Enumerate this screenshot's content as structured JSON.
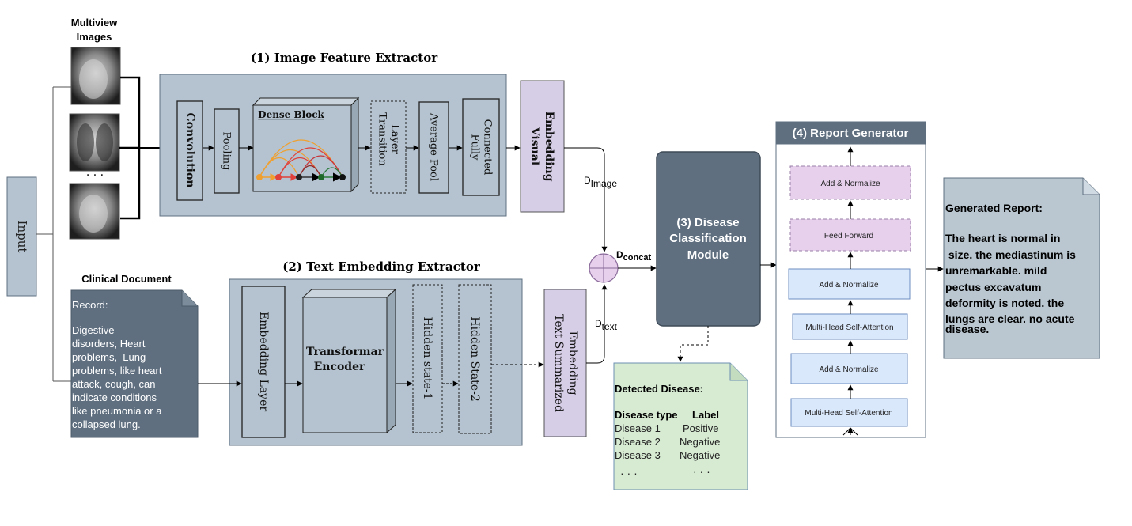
{
  "input": {
    "label": "Input",
    "multiview_title_1": "Multiview",
    "multiview_title_2": "Images",
    "ellipsis": "· · ·"
  },
  "image_extractor": {
    "title": "(1) Image Feature Extractor",
    "convolution": "Convolution",
    "pooling": "Pooling",
    "dense_block": "Dense Block",
    "transition_1": "Transition",
    "transition_2": "Layer",
    "average_pool": "Average Pool",
    "fully_1": "Fully",
    "fully_2": "Connected"
  },
  "visual_embedding": {
    "line1": "Visual",
    "line2": "Embedding"
  },
  "text_extractor": {
    "title": "(2) Text Embedding Extractor",
    "embedding_layer": "Embedding Layer",
    "transformer_1": "Transformar",
    "transformer_2": "Encoder",
    "hidden_1": "Hidden state-1",
    "hidden_2": "Hidden State-2"
  },
  "text_summarized": {
    "line1": "Text Summarized",
    "line2": "Embedding"
  },
  "clinical": {
    "title": "Clinical Document",
    "record": "Record:",
    "lines": [
      "Digestive",
      "disorders, Heart",
      "problems,  Lung",
      "problems, like heart",
      "attack, cough, can",
      "indicate conditions",
      "like pneumonia or a",
      "collapsed lung."
    ]
  },
  "labels": {
    "d_image": "D",
    "d_image_sub": "Image",
    "d_concat": "D",
    "d_concat_sub": "concat",
    "d_text": "D",
    "d_text_sub": "text"
  },
  "classifier": {
    "line1": "(3) Disease",
    "line2": "Classification",
    "line3": "Module"
  },
  "detected": {
    "title": "Detected Disease:",
    "col_type": "Disease type",
    "col_label": "Label",
    "rows": [
      {
        "type": "Disease 1",
        "label": "Positive"
      },
      {
        "type": "Disease 2",
        "label": "Negative"
      },
      {
        "type": "Disease 3",
        "label": "Negative"
      }
    ],
    "dots": "· · ·"
  },
  "report_generator": {
    "title": "(4) Report Generator",
    "blocks": [
      "Add & Normalize",
      "Feed Forward",
      "Add & Normalize",
      "Multi-Head Self-Attention",
      "Add & Normalize",
      "Multi-Head Self-Attention"
    ]
  },
  "generated": {
    "title": "Generated Report:",
    "lines": [
      "The heart is normal in",
      " size. the mediastinum is",
      "unremarkable. mild",
      "pectus excavatum",
      "deformity is noted. the",
      "lungs are clear. no acute",
      "disease."
    ]
  },
  "colors": {
    "panel_blue": "#b4c3cf",
    "dark_slate": "#5f6f80",
    "lavender": "#d6cde6",
    "light_blue": "#dae8fc",
    "pink": "#e6d0ec",
    "mint": "#d7ebd3",
    "report_gray": "#bac7d1"
  }
}
